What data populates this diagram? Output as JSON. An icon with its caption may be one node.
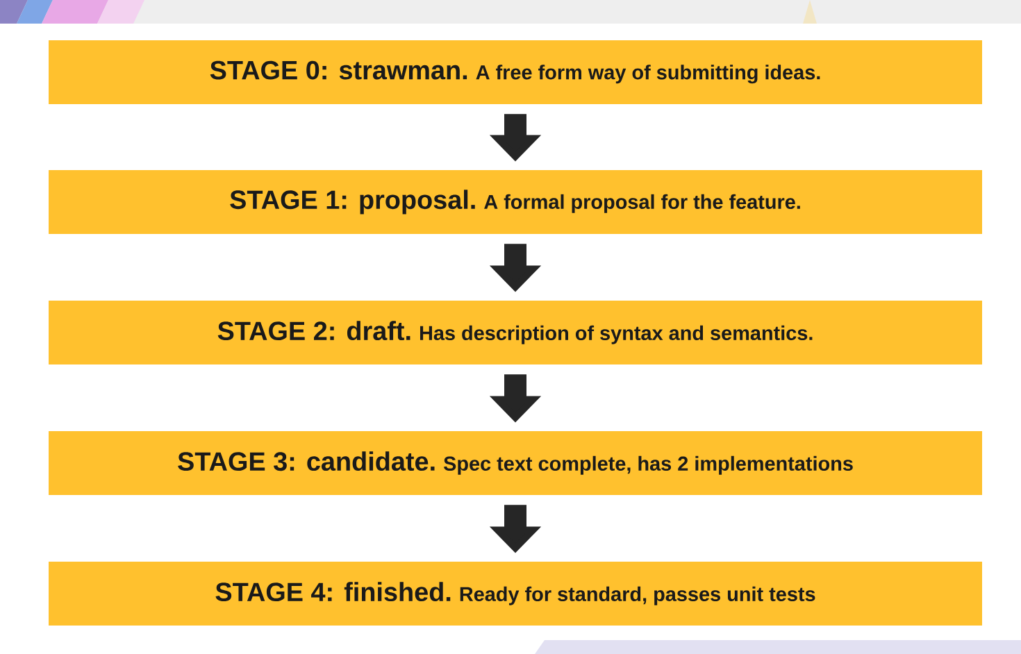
{
  "diagram": {
    "nodes": [
      {
        "text": [
          "STAGE 0: strawman.",
          "A free form way of submitting ideas."
        ]
      },
      {
        "text": [
          "STAGE 1: proposal.",
          "A formal proposal for the feature."
        ]
      },
      {
        "text": [
          "STAGE 2: draft.",
          "Has description of syntax and semantics."
        ]
      },
      {
        "text": [
          "STAGE 3: candidate.",
          "Spec text complete, has 2 implementations"
        ]
      },
      {
        "text": [
          "STAGE 4: finished.",
          "Ready for standard, passes unit tests"
        ]
      }
    ],
    "edges": [
      {
        "from": 0,
        "to": 1,
        "arrow": "to"
      },
      {
        "from": 1,
        "to": 2,
        "arrow": "to"
      },
      {
        "from": 2,
        "to": 3,
        "arrow": "to"
      },
      {
        "from": 3,
        "to": 4,
        "arrow": "to"
      }
    ]
  }
}
